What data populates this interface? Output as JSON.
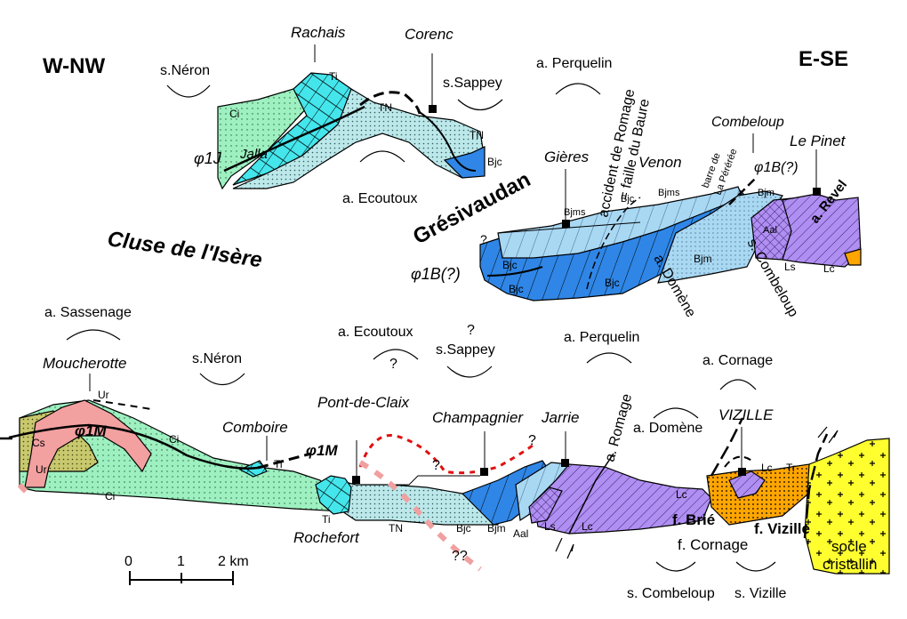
{
  "orientation": {
    "west": "W-NW",
    "east": "E-SE"
  },
  "colors": {
    "green_ci": "#9ef0c0",
    "cyan_ti": "#44e6ec",
    "stipple_tn": "#bde8ea",
    "light_blue_bjm": "#a9d8f3",
    "blue_bjc": "#2f86e6",
    "purple_ls": "#b08ff2",
    "olive_cs": "#c8c86e",
    "pink_ur": "#f2a0a0",
    "orange_vizille": "#ffa500",
    "yellow_socle": "#ffff30",
    "red_dashed": "#e01010",
    "pink_dashed": "#f0a0a0"
  },
  "upper_left": {
    "peak_rachais": "Rachais",
    "peak_corenc": "Corenc",
    "syncline_neron": "s.Néron",
    "syncline_sappey": "s.Sappey",
    "anticline_ecoutoux": "a. Ecoutoux",
    "fault": "φ1J",
    "jalla": "Jalla",
    "unit_ci": "Ci",
    "unit_ti": "Ti",
    "unit_tn_1": "TN",
    "unit_tn_2": "TN",
    "unit_bjc": "Bjc"
  },
  "region_cluse": "Cluse de l'Isère",
  "region_gresivaudan": "Grésivaudan",
  "upper_right": {
    "anticline_perquelin": "a. Perquelin",
    "accident_line1": "accident de Romage",
    "accident_line2": "= faille du Baure",
    "town_gieres": "Gières",
    "town_venon": "Venon",
    "combeloup": "Combeloup",
    "le_pinet": "Le Pinet",
    "barre_line1": "barre de",
    "barre_line2": "La Pérérée",
    "fault_top": "φ1B(?)",
    "fault_left": "φ1B(?)",
    "question": "?",
    "unit_bjms_1": "Bjms",
    "unit_bjms_2": "Bjms",
    "unit_bjc_1": "Bjc",
    "unit_bjc_2": "Bjc",
    "unit_bjc_3": "Bjc",
    "unit_bjc_4": "Bjc",
    "unit_bjm_1": "Bjm",
    "unit_bjm_2": "Bjm",
    "unit_aal": "Aal",
    "unit_ls": "Ls",
    "unit_lc": "Lc",
    "anticline_domene": "a. Domène",
    "syncline_combeloup": "s. Combeloup",
    "anticline_revel": "a. Revel"
  },
  "lower": {
    "anticline_sassenage": "a. Sassenage",
    "moucherotte": "Moucherotte",
    "syncline_neron": "s.Néron",
    "comboire": "Comboire",
    "pont_de_claix": "Pont-de-Claix",
    "anticline_ecoutoux": "a. Ecoutoux",
    "syncline_sappey": "s.Sappey",
    "q_sappey": "?",
    "q_ecoutoux": "?",
    "q_red_1": "?",
    "q_red_2": "?",
    "q_deep": "??",
    "champagnier": "Champagnier",
    "jarrie": "Jarrie",
    "anticline_perquelin": "a. Perquelin",
    "anticline_romage": "a. Romage",
    "anticline_domene": "a. Domène",
    "anticline_cornage": "a. Cornage",
    "vizille": "VIZILLE",
    "fault_1m_left": "φ1M",
    "fault_1m_right": "φ1M",
    "unit_ur_1": "Ur",
    "unit_ur_2": "Ur",
    "unit_cs": "Cs",
    "unit_ci_1": "Ci",
    "unit_ci_2": "Ci",
    "unit_ti_1": "Ti",
    "unit_ti_2": "Ti",
    "rochefort": "Rochefort",
    "unit_tn": "TN",
    "unit_bjc": "Bjc",
    "unit_bjm": "Bjm",
    "unit_aal": "Aal",
    "unit_ls": "Ls",
    "unit_lc_1": "Lc",
    "unit_lc_2": "Lc",
    "unit_lc_3": "Lc",
    "unit_tr": "Tr",
    "fault_brie": "f. Brié",
    "fault_cornage": "f. Cornage",
    "fault_vizille": "f. Vizille",
    "socle_line1": "socle",
    "socle_line2": "cristallin",
    "syncline_combeloup": "s. Combeloup",
    "syncline_vizille": "s. Vizille"
  },
  "scale": {
    "tick_0": "0",
    "tick_1": "1",
    "tick_2": "2 km"
  }
}
